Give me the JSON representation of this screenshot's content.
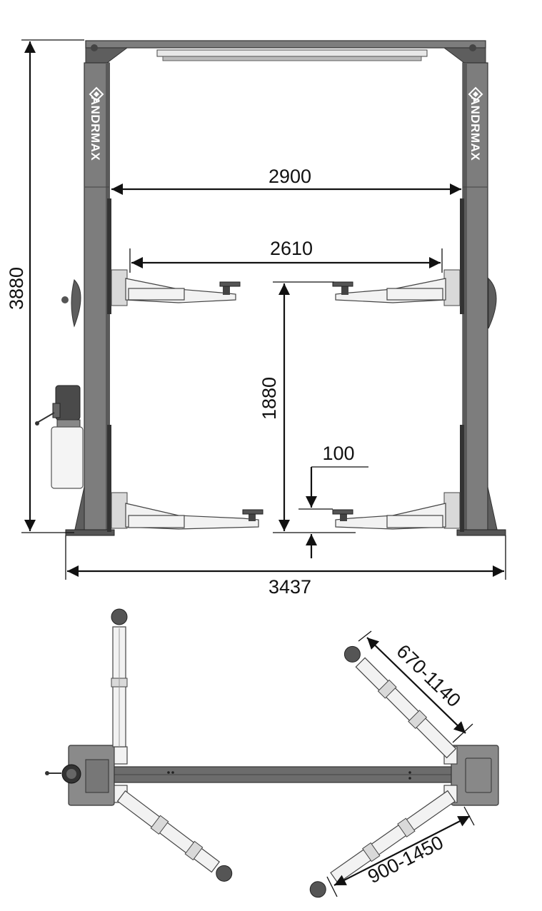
{
  "brand": {
    "name": "ANDRMAX",
    "colors": {
      "column": "#7d7d7d",
      "arm": "#f2f2f2",
      "line": "#111111"
    }
  },
  "dimensions": {
    "overall_height": "3880",
    "inner_width": "2900",
    "arm_span": "2610",
    "lift_height": "1880",
    "min_height": "100",
    "overall_width": "3437",
    "short_arm_range": "670-1140",
    "long_arm_range": "900-1450"
  }
}
